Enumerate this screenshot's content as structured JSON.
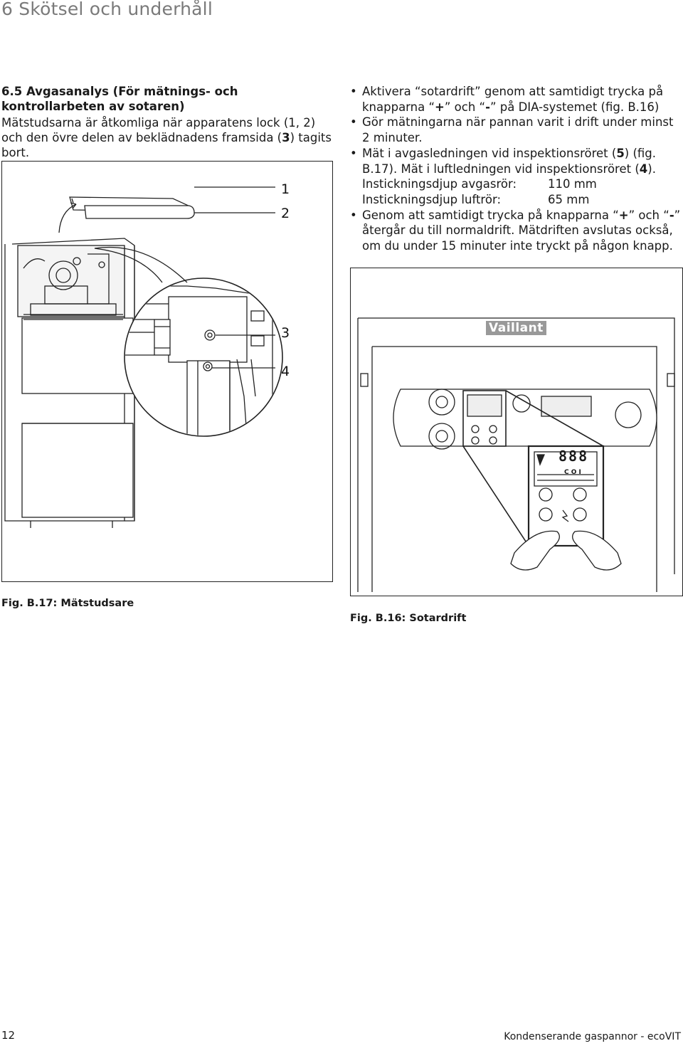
{
  "header": {
    "chapter": "6 Skötsel och underhåll"
  },
  "section": {
    "title": "6.5 Avgasanalys (För mätnings- och kontrollarbeten av sotaren)",
    "intro_before": "Mätstudsarna är åtkomliga när apparatens lock (1, 2) och den övre delen av beklädnadens framsida (",
    "intro_bold": "3",
    "intro_after": ") tagits bort."
  },
  "steps": {
    "b1_pre": "Aktivera “sotardrift” genom att samtidigt trycka på knapparna “",
    "b1_plus": "+",
    "b1_mid": "” och “",
    "b1_minus": "-",
    "b1_post": "” på DIA-systemet (fig. B.16)",
    "b2": "Gör mätningarna när pannan varit i drift under minst 2 minuter.",
    "b3_pre": "Mät i avgasledningen vid inspektionsröret (",
    "b3_bold1": "5",
    "b3_mid": ") (fig. B.17). Mät i luftledningen vid inspektionsröret (",
    "b3_bold2": "4",
    "b3_post": ").",
    "dim1_label": "Insticknings­djup avgasrör:",
    "dim1_value": "110 mm",
    "dim2_label": "Instickningsdjup luftrör:",
    "dim2_value": "65 mm",
    "b4_pre": "Genom att samtidigt trycka på knapparna “",
    "b4_plus": "+",
    "b4_mid": "” och “",
    "b4_minus": "-",
    "b4_post": "” återgår du till normaldrift. Mätdriften avslutas också, om du under 15 minuter inte tryckt på någon knapp."
  },
  "figures": {
    "left": {
      "caption": "Fig. B.17: Mätstudsare",
      "callouts": [
        "1",
        "2",
        "3",
        "4"
      ]
    },
    "right": {
      "caption": "Fig. B.16: Sotardrift",
      "brand": "Vaillant",
      "display_digits": "888",
      "display_status": "C O I"
    }
  },
  "footer": {
    "page_number": "12",
    "doc_title": "Kondenserande gaspannor - ecoVIT"
  }
}
